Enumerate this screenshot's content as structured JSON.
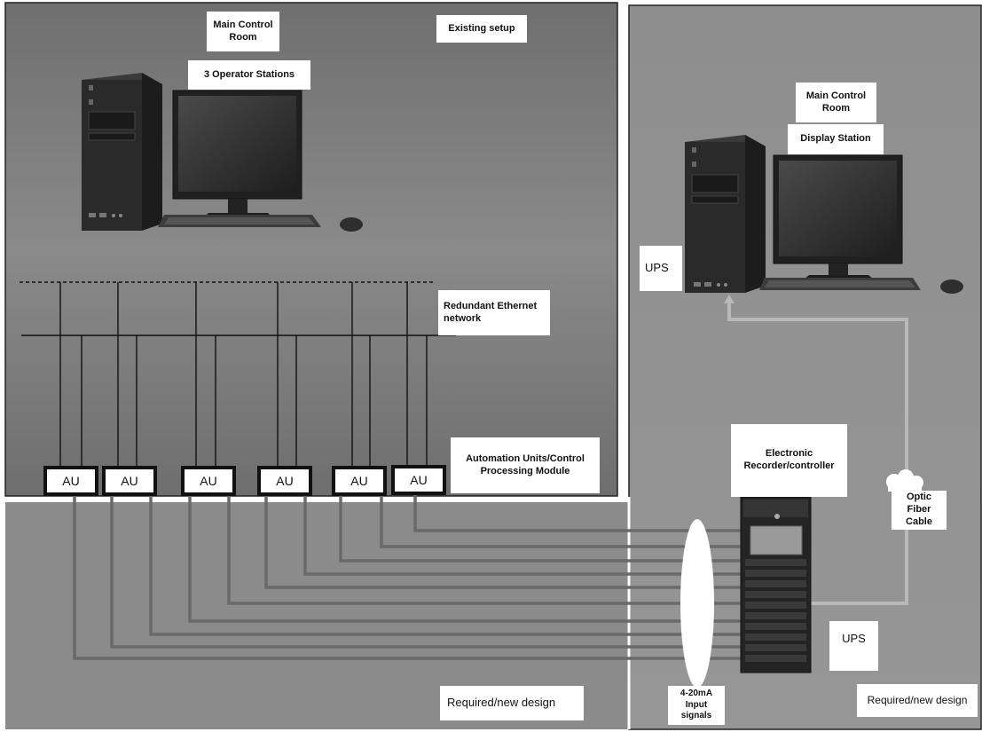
{
  "labels": {
    "main_control_room_left": "Main Control Room",
    "operator_stations": "3 Operator Stations",
    "existing_setup": "Existing setup",
    "main_control_room_right": "Main Control Room",
    "display_station": "Display Station",
    "ups_top": "UPS",
    "redundant_network": "Redundant Ethernet network",
    "automation_units": "Automation Units/Control Processing Module",
    "electronic_recorder": "Electronic Recorder/controller",
    "optic_fiber": "Optic Fiber Cable",
    "ups_bottom": "UPS",
    "input_signals": "4-20mA Input signals",
    "required_left": "Required/new design",
    "required_right": "Required/new design"
  },
  "au_units": [
    "AU",
    "AU",
    "AU",
    "AU",
    "AU",
    "AU"
  ],
  "colors": {
    "panel_top_left": "#7c7c7c",
    "panel_bottom": "#8c8c8c",
    "panel_right": "#8f8f8f",
    "signal_wire": "#6a6a6a",
    "network_line": "#111111"
  }
}
